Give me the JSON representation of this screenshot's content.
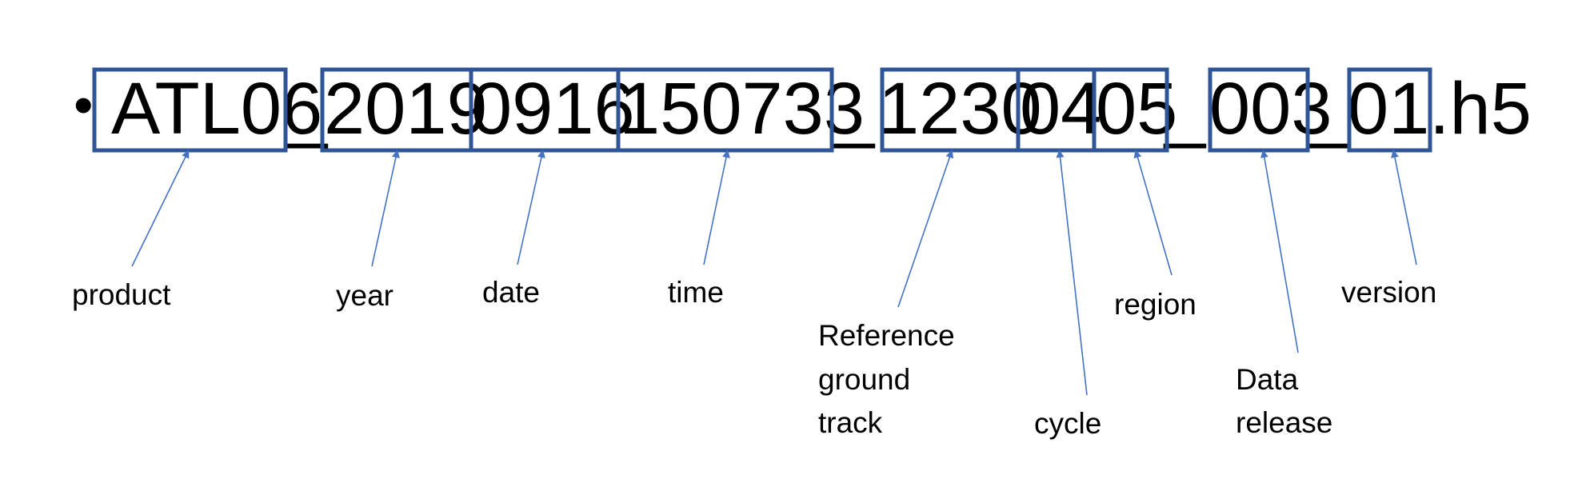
{
  "bullet": "•",
  "filename": {
    "segments": [
      "ATL06",
      "_",
      "2019",
      "0916",
      "150733",
      "_",
      "1230",
      "04",
      "05",
      "_",
      "003",
      "_",
      "01",
      ".h5"
    ]
  },
  "labels": {
    "product": "product",
    "year": "year",
    "date": "date",
    "time": "time",
    "rgt": [
      "Reference",
      "ground",
      "track"
    ],
    "cycle": "cycle",
    "region": "region",
    "release": [
      "Data",
      "release"
    ],
    "version": "version"
  },
  "colors": {
    "box_stroke": "#2f5597",
    "arrow": "#4472c4",
    "text": "#000000"
  }
}
